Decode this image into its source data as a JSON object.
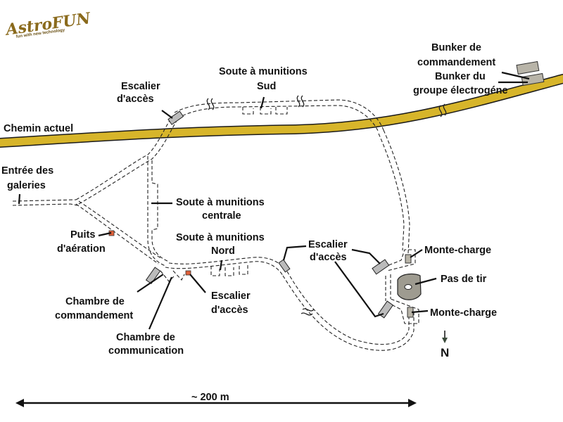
{
  "logo": {
    "title": "AstroFUN",
    "subtitle": "fun with new technology"
  },
  "colors": {
    "road": "#d7b52a",
    "marker": "#e0603a",
    "structure": "#b8b4a8",
    "launch_pad": "#9e9b90"
  },
  "labels": {
    "road": "Chemin actuel",
    "entrance_l1": "Entrée des",
    "entrance_l2": "galeries",
    "stair_north_l1": "Escalier",
    "stair_north_l2": "d'accès",
    "ammo_south_l1": "Soute à munitions",
    "ammo_south_l2": "Sud",
    "bunker_cmd_l1": "Bunker de",
    "bunker_cmd_l2": "commandement",
    "bunker_gen_l1": "Bunker du",
    "bunker_gen_l2": "groupe électrogéne",
    "ammo_central_l1": "Soute à munitions",
    "ammo_central_l2": "centrale",
    "vent_l1": "Puits",
    "vent_l2": "d'aération",
    "ammo_north_l1": "Soute à munitions",
    "ammo_north_l2": "Nord",
    "stair_mid_l1": "Escalier",
    "stair_mid_l2": "d'accès",
    "stair_east_l1": "Escalier",
    "stair_east_l2": "d'accès",
    "lift_top": "Monte-charge",
    "launch_pad": "Pas de tir",
    "lift_bottom": "Monte-charge",
    "cmd_room_l1": "Chambre de",
    "cmd_room_l2": "commandement",
    "comm_room_l1": "Chambre de",
    "comm_room_l2": "communication",
    "north": "N",
    "scale": "~ 200 m"
  }
}
